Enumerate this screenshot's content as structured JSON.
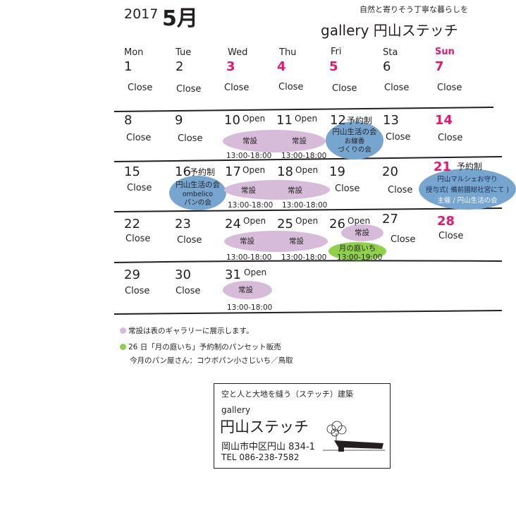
{
  "header": {
    "year": "2017",
    "month": "5月",
    "tagline": "自然と寄りそう丁寧な暮らしを",
    "gallery_name": "gallery 円山ステッチ"
  },
  "weekdays": [
    "Mon",
    "Tue",
    "Wed",
    "Thu",
    "Fri",
    "Sta",
    "Sun"
  ],
  "close_label": "Close",
  "open_label": "Open",
  "days": [
    "1",
    "2",
    "3",
    "4",
    "5",
    "6",
    "7",
    "8",
    "9",
    "10",
    "11",
    "12",
    "13",
    "14",
    "15",
    "16",
    "17",
    "18",
    "19",
    "20",
    "21",
    "22",
    "23",
    "24",
    "25",
    "26",
    "27",
    "28",
    "29",
    "30",
    "31"
  ],
  "events": {
    "regular": "常設",
    "reservation": "予約制",
    "time_regular": "13:00-18:00",
    "time_market": "13:00-19:00",
    "d12_line1": "円山生活の会",
    "d12_line2": "お線香",
    "d12_line3": "づくりの会",
    "d16_line1": "円山生活の会",
    "d16_line2": "ombelico",
    "d16_line3": "パンの会",
    "d21_line1": "円山マルシェお守り",
    "d21_line2": "授与式( 備前國総社宮にて )",
    "d21_line3": "主催 / 円山生活の会",
    "d26_market": "月の庭いち"
  },
  "notes": {
    "note1": "常設は表のギャラリーに展示します。",
    "note2": "26 日「月の庭いち」予約制のパンセット販売",
    "note3": "今月のパン屋さん：コウボパン小さじいち／鳥取"
  },
  "card": {
    "concept": "空と人と大地を縫う（ステッチ）建築",
    "gallery": "gallery",
    "name": "円山ステッチ",
    "address": "岡山市中区円山 834-1",
    "tel": "TEL 086-238-7582"
  },
  "colors": {
    "accent_red": "#e5176f",
    "regular_blob": "#d6bcd9",
    "event_blob": "#76a5d0",
    "market_blob": "#8fd24a"
  }
}
